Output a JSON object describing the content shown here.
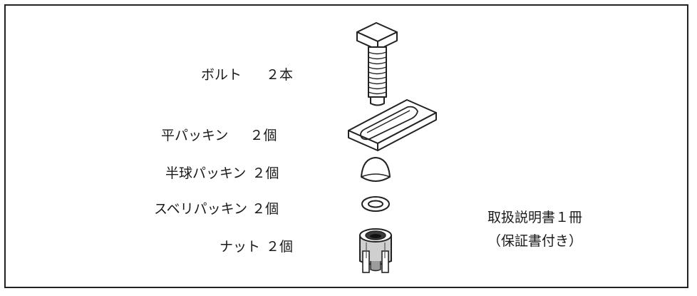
{
  "parts": [
    {
      "name": "ボルト",
      "qty": "２本",
      "icon": "bolt-icon"
    },
    {
      "name": "平パッキン",
      "qty": "２個",
      "icon": "flat-gasket-icon"
    },
    {
      "name": "半球パッキン",
      "qty": "２個",
      "icon": "hemisphere-gasket-icon"
    },
    {
      "name": "スベリパッキン",
      "qty": "２個",
      "icon": "slip-washer-icon"
    },
    {
      "name": "ナット",
      "qty": "２個",
      "icon": "nut-icon"
    }
  ],
  "manual": {
    "line1": "取扱説明書１冊",
    "line2": "（保証書付き）"
  }
}
